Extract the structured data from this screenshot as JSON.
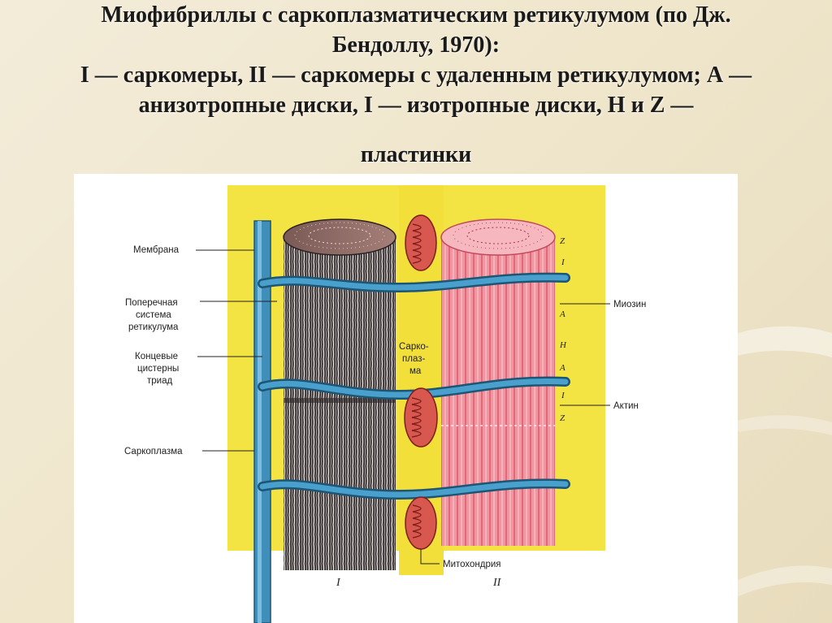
{
  "title": {
    "line1": "Миофибриллы с саркоплазматическим ретикулумом  (по Дж.",
    "line2": "Бендоллу, 1970):",
    "line3": "I — саркомеры, II — саркомеры с удаленным ретикулумом; А —",
    "line4": "анизотропные диски, I — изотропные диски, Н и Z —",
    "line5": "пластинки"
  },
  "labels": {
    "membrana": "Мембрана",
    "poperechnaya_1": "Поперечная",
    "poperechnaya_2": "система",
    "poperechnaya_3": "ретикулума",
    "koncevye_1": "Концевые",
    "koncevye_2": "цистерны",
    "koncevye_3": "триад",
    "sarkoplazma": "Саркоплазма",
    "sarkoplazma_mid_1": "Сарко-",
    "sarkoplazma_mid_2": "плаз-",
    "sarkoplazma_mid_3": "ма",
    "miozin": "Миозин",
    "aktin": "Актин",
    "mitohondriya": "Митохондрия",
    "roman_1": "I",
    "roman_2": "II"
  },
  "bands": [
    "Z",
    "I",
    "A",
    "H",
    "A",
    "I",
    "Z"
  ],
  "colors": {
    "yellow_bg": "#f4e443",
    "reticulum_blue": "#2e7fa8",
    "fiber_dark": "#3b3436",
    "fiber_red": "#ef8c99",
    "mito_red": "#d8574f"
  }
}
